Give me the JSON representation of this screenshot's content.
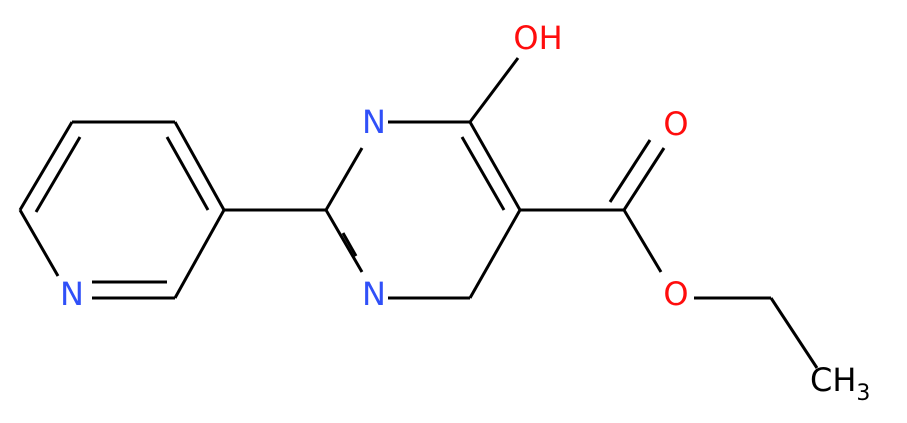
{
  "molecule": {
    "atoms": {
      "hydroxyl": {
        "text": "OH",
        "element": "O",
        "color": "#ff0d0d"
      },
      "pyrimidine_n_top": {
        "text": "N",
        "element": "N",
        "color": "#3050f8"
      },
      "pyrimidine_n_bottom": {
        "text": "N",
        "element": "N",
        "color": "#3050f8"
      },
      "pyridine_n": {
        "text": "N",
        "element": "N",
        "color": "#3050f8"
      },
      "carbonyl_o": {
        "text": "O",
        "element": "O",
        "color": "#ff0d0d"
      },
      "ester_o": {
        "text": "O",
        "element": "O",
        "color": "#ff0d0d"
      },
      "methyl": {
        "text": "CH",
        "subscript": "3",
        "element": "C",
        "color": "#000000"
      }
    },
    "bond_color": "#000000"
  }
}
